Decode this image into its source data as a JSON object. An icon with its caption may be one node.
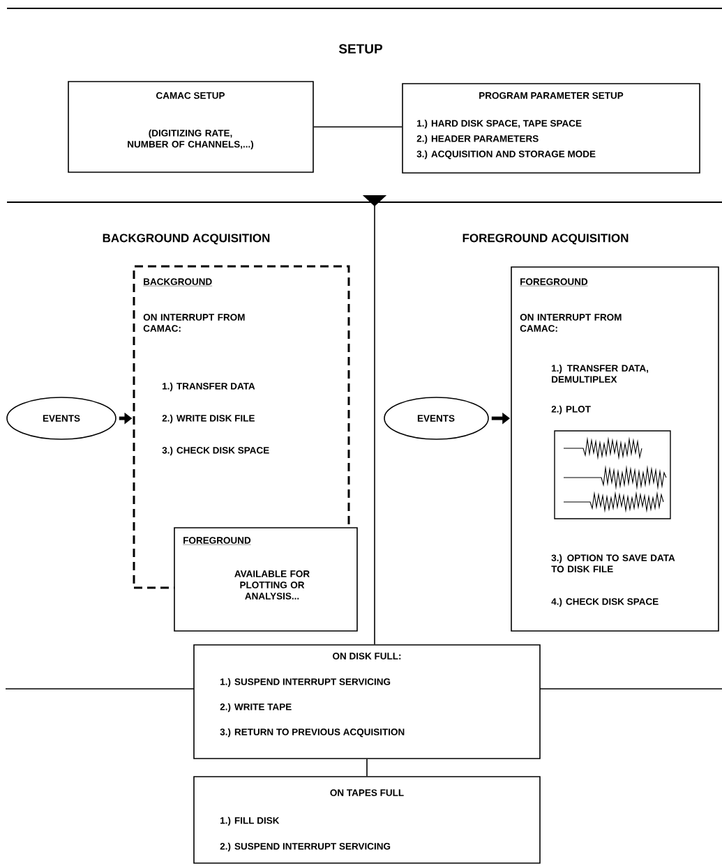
{
  "diagram": {
    "nodes": [
      {
        "text": [
          "CAMAC SETUP",
          "(DIGITIZING RATE, NUMBER OF CHANNELS,...)"
        ]
      },
      {
        "text": [
          "PROGRAM PARAMETER SETUP",
          "1.) HARD DISK SPACE, TAPE SPACE",
          "2.) HEADER PARAMETERS",
          "3.) ACQUISITION AND STORAGE MODE"
        ]
      },
      {
        "text": [
          "EVENTS"
        ]
      },
      {
        "text": [
          "BACKGROUND",
          "ON INTERRUPT FROM CAMAC:",
          "1.) TRANSFER DATA",
          "2.) WRITE DISK FILE",
          "3.) CHECK DISK SPACE"
        ]
      },
      {
        "text": [
          "FOREGROUND",
          "AVAILABLE FOR PLOTTING OR ANALYSIS..."
        ]
      },
      {
        "text": [
          "EVENTS"
        ]
      },
      {
        "text": [
          "FOREGROUND",
          "ON INTERRUPT FROM CAMAC:",
          "1.) TRANSFER DATA, DEMULTIPLEX",
          "2.) PLOT",
          "3.) OPTION TO SAVE DATA TO DISK FILE",
          "4.) CHECK DISK SPACE"
        ]
      },
      {
        "text": [
          "ON DISK FULL:",
          "1.) SUSPEND INTERRUPT SERVICING",
          "2.) WRITE TAPE",
          "3.) RETURN TO PREVIOUS ACQUISITION"
        ]
      },
      {
        "text": [
          "ON TAPES FULL",
          "1.) FILL DISK",
          "2.) SUSPEND INTERRUPT SERVICING"
        ]
      }
    ],
    "edges": [
      {
        "from": 0,
        "to": 1,
        "arrow": "none"
      },
      {
        "from": 2,
        "to": 3,
        "arrow": "to",
        "style": "thick"
      },
      {
        "from": 5,
        "to": 6,
        "arrow": "to",
        "style": "thick"
      },
      {
        "from": null,
        "to": 7,
        "arrow": "to"
      },
      {
        "from": 7,
        "to": 8,
        "arrow": "none"
      }
    ],
    "labels": [
      "SETUP",
      "BACKGROUND ACQUISITION",
      "FOREGROUND ACQUISITION"
    ]
  }
}
